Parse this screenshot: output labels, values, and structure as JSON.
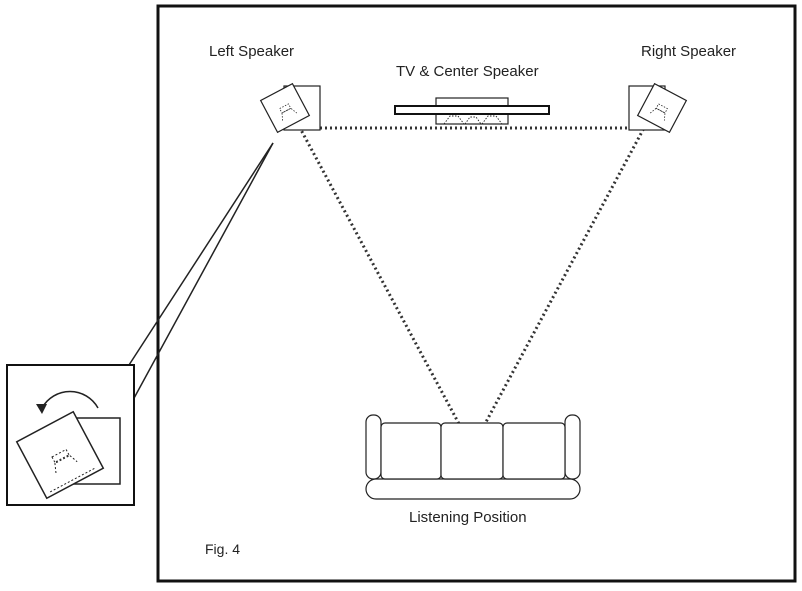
{
  "labels": {
    "left_speaker": "Left Speaker",
    "right_speaker": "Right Speaker",
    "center": "TV & Center Speaker",
    "listening": "Listening Position",
    "figure": "Fig. 4"
  }
}
